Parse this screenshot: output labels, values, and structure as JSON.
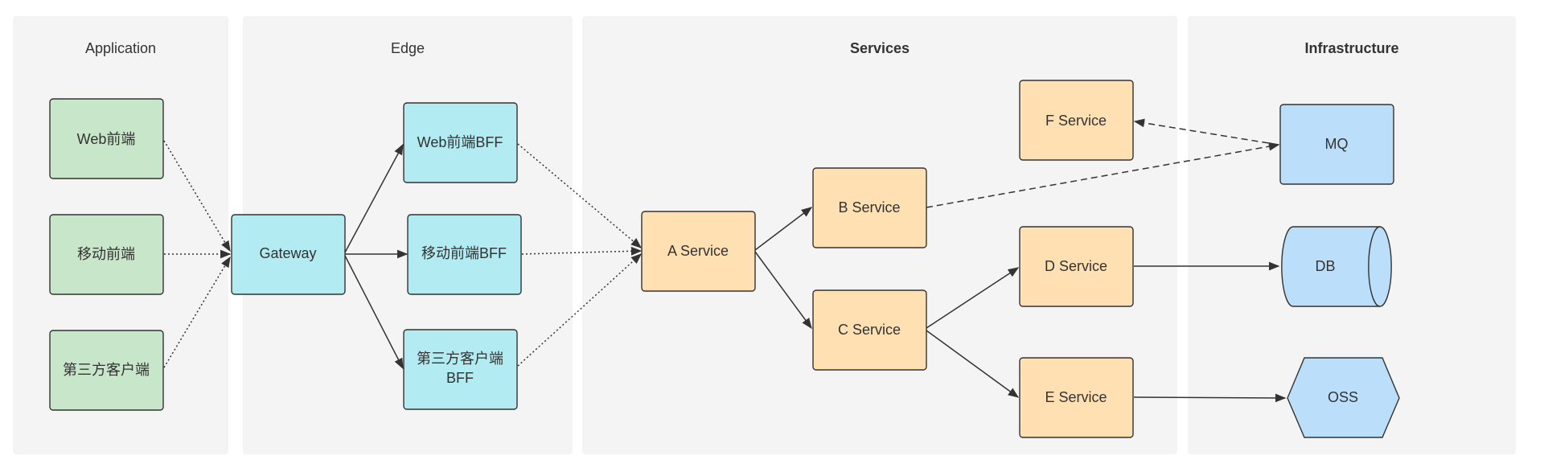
{
  "lanes": {
    "application": "Application",
    "edge": "Edge",
    "services": "Services",
    "infrastructure": "Infrastructure"
  },
  "nodes": {
    "web": "Web前端",
    "mobile": "移动前端",
    "third": "第三方客户端",
    "gateway": "Gateway",
    "web_bff": "Web前端BFF",
    "mobile_bff": "移动前端BFF",
    "third_bff_line1": "第三方客户端",
    "third_bff_line2": "BFF",
    "a": "A Service",
    "b": "B Service",
    "c": "C Service",
    "d": "D Service",
    "e": "E Service",
    "f": "F Service",
    "mq": "MQ",
    "db": "DB",
    "oss": "OSS"
  },
  "colors": {
    "application": "#c8e6c9",
    "edge": "#b2ebf2",
    "services": "#ffe0b2",
    "infrastructure": "#bbdefb",
    "lane_bg": "#f4f4f4"
  }
}
